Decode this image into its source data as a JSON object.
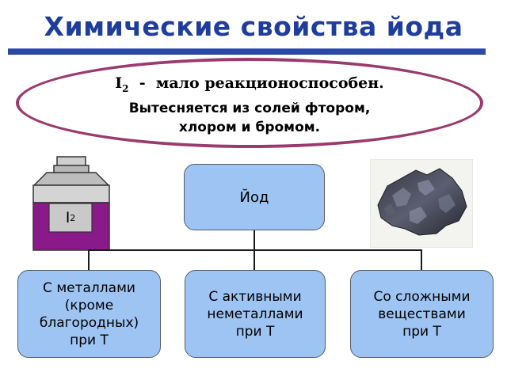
{
  "title": "Химические свойства йода",
  "ellipse": {
    "formula_symbol": "I",
    "formula_sub": "2",
    "line1_text": "  -  мало реакционоспособен.",
    "line2": "Вытесняется из солей фтором,",
    "line3": "хлором и бромом."
  },
  "jar": {
    "symbol": "I",
    "sub": "2"
  },
  "center_box": "Йод",
  "boxes": [
    {
      "lines": [
        "С металлами",
        "(кроме",
        "благородных)",
        "при Т"
      ]
    },
    {
      "lines": [
        "С активными",
        "неметаллами",
        "при Т"
      ]
    },
    {
      "lines": [
        "Со сложными",
        "веществами",
        "при Т"
      ]
    }
  ],
  "colors": {
    "title": "#1f3d9c",
    "ellipse_border": "#9a3b6e",
    "box_fill": "#9ec4f4",
    "jar_liquid": "#8a1a8a"
  }
}
